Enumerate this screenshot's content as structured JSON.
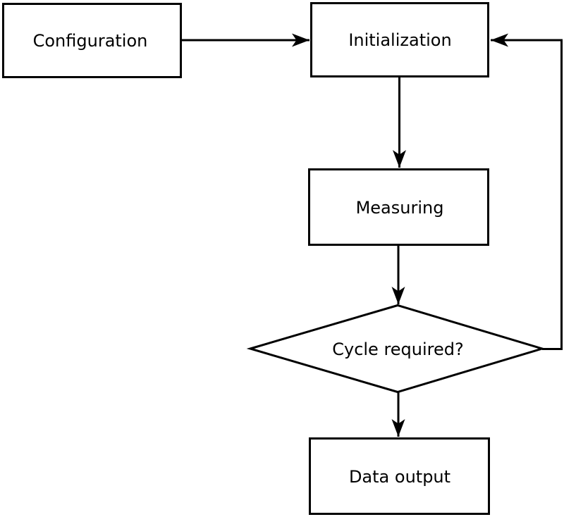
{
  "diagram": {
    "type": "flowchart",
    "colors": {
      "background": "#ffffff",
      "node_fill": "#ffffff",
      "stroke": "#000000",
      "text": "#000000"
    },
    "nodes": [
      {
        "id": "configuration",
        "shape": "rectangle",
        "label": "Configuration"
      },
      {
        "id": "initialization",
        "shape": "rectangle",
        "label": "Initialization"
      },
      {
        "id": "measuring",
        "shape": "rectangle",
        "label": "Measuring"
      },
      {
        "id": "cycle-required",
        "shape": "diamond",
        "label": "Cycle required?"
      },
      {
        "id": "data-output",
        "shape": "rectangle",
        "label": "Data output"
      }
    ],
    "edges": [
      {
        "from": "configuration",
        "to": "initialization",
        "path": "right"
      },
      {
        "from": "initialization",
        "to": "measuring",
        "path": "down"
      },
      {
        "from": "measuring",
        "to": "cycle-required",
        "path": "down"
      },
      {
        "from": "cycle-required",
        "to": "data-output",
        "path": "down"
      },
      {
        "from": "cycle-required",
        "to": "initialization",
        "path": "right-up-loop"
      }
    ]
  }
}
